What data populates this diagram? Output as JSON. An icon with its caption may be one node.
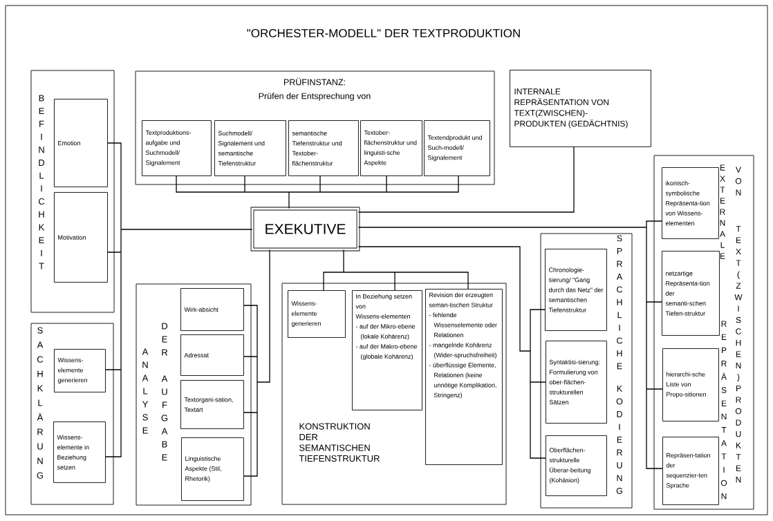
{
  "diagram": {
    "title": "\"ORCHESTER-MODELL\" DER TEXTPRODUKTION",
    "nodes": [
      {
        "text": [
          "BEFINDLICHKEIT"
        ]
      },
      {
        "text": [
          "Emotion"
        ],
        "in": 0
      },
      {
        "text": [
          "Motivation"
        ],
        "in": 0
      },
      {
        "text": [
          "SACHKLÄRUNG"
        ]
      },
      {
        "text": [
          "Wissens-elemente generieren"
        ],
        "in": 3
      },
      {
        "text": [
          "Wissens-elemente in Beziehung setzen"
        ],
        "in": 3
      },
      {
        "text": [
          "PRÜFINSTANZ:",
          "Prüfen der Entsprechung von"
        ]
      },
      {
        "text": [
          "Textproduktions-aufgabe und Suchmodell/ Signalement"
        ],
        "in": 6
      },
      {
        "text": [
          "Suchmodell/ Signalement und semantische Tiefenstruktur"
        ],
        "in": 6
      },
      {
        "text": [
          "semantische Tiefenstruktur und Textober-flächenstruktur"
        ],
        "in": 6
      },
      {
        "text": [
          "Textober-flächenstruktur und linguisti-sche Aspekte"
        ],
        "in": 6
      },
      {
        "text": [
          "Textendprodukt und Such-modell/ Signalement"
        ],
        "in": 6
      },
      {
        "text": [
          "INTERNALE REPRÄSENTATION VON TEXT(ZWISCHEN)-PRODUKTEN (GEDÄCHTNIS)"
        ]
      },
      {
        "text": [
          "EXEKUTIVE"
        ]
      },
      {
        "text": [
          "ANALYSE",
          "DER AUFGABE"
        ]
      },
      {
        "text": [
          "Wirk-absicht"
        ],
        "in": 14
      },
      {
        "text": [
          "Adressat"
        ],
        "in": 14
      },
      {
        "text": [
          "Textorgani-sation, Textart"
        ],
        "in": 14
      },
      {
        "text": [
          "Linguistische Aspekte (Stil, Rhetorik)"
        ],
        "in": 14
      },
      {
        "text": [
          "KONSTRUKTION DER SEMANTISCHEN TIEFENSTRUKTUR"
        ]
      },
      {
        "text": [
          "Wissens-elemente generieren"
        ],
        "in": 19
      },
      {
        "text": [
          "In Beziehung setzen von Wissens-elementen",
          "- auf der Mikro-ebene (lokale Kohärenz)",
          "- auf der Makro-ebene (globale Kohärenz)"
        ],
        "in": 19
      },
      {
        "text": [
          "Revision der erzeugten seman-tischen Struktur",
          "- fehlende Wissenselemente oder Relationen",
          "- mangelnde Kohärenz (Wider-spruchsfreiheit)",
          "- überflüssige Elemente, Relationen (keine unnötige Komplikation, Stringenz)"
        ],
        "in": 19
      },
      {
        "text": [
          "SPRACHLICHE KODIERUNG"
        ]
      },
      {
        "text": [
          "Chronologie-sierung/ \"Gang durch das Netz\" der semantischen Tiefenstruktur"
        ],
        "in": 23
      },
      {
        "text": [
          "Syntaktisi-sierung: Formulierung von ober-flächen-strukturellen Sätzen"
        ],
        "in": 23
      },
      {
        "text": [
          "Oberflächen-strukturelle Überar-beitung (Kohäsion)"
        ],
        "in": 23
      },
      {
        "text": [
          "EXTERNALE",
          "REPRÄSENTATION",
          "VON TEXT(ZWISCHEN)PRODUKTEN"
        ]
      },
      {
        "text": [
          "ikonisch-symbolische Repräsenta-tion von Wissens-elementen"
        ],
        "in": 27
      },
      {
        "text": [
          "netzartige Repräsenta-tion der semanti-schen Tiefen-struktur"
        ],
        "in": 27
      },
      {
        "text": [
          "hierarchi-sche Liste von Propo-sitionen"
        ],
        "in": 27
      },
      {
        "text": [
          "Repräsen-tation der sequenzier-ten Sprache"
        ],
        "in": 27
      }
    ],
    "edges": [
      {
        "from": 1,
        "to": 13,
        "arrow": "none"
      },
      {
        "from": 2,
        "to": 13,
        "arrow": "none"
      },
      {
        "from": 4,
        "to": 13,
        "arrow": "none"
      },
      {
        "from": 5,
        "to": 13,
        "arrow": "none"
      },
      {
        "from": 7,
        "to": 13,
        "arrow": "none"
      },
      {
        "from": 8,
        "to": 13,
        "arrow": "none"
      },
      {
        "from": 9,
        "to": 13,
        "arrow": "none"
      },
      {
        "from": 10,
        "to": 13,
        "arrow": "none"
      },
      {
        "from": 11,
        "to": 13,
        "arrow": "none"
      },
      {
        "from": 13,
        "to": 12,
        "arrow": "none"
      },
      {
        "from": 13,
        "to": 28,
        "arrow": "none"
      },
      {
        "from": 13,
        "to": 29,
        "arrow": "none"
      },
      {
        "from": 13,
        "to": 30,
        "arrow": "none"
      },
      {
        "from": 13,
        "to": 31,
        "arrow": "none"
      },
      {
        "from": 13,
        "to": 24,
        "arrow": "none"
      },
      {
        "from": 13,
        "to": 25,
        "arrow": "none"
      },
      {
        "from": 13,
        "to": 26,
        "arrow": "none"
      },
      {
        "from": 13,
        "to": 15,
        "arrow": "none"
      },
      {
        "from": 13,
        "to": 16,
        "arrow": "none"
      },
      {
        "from": 13,
        "to": 17,
        "arrow": "none"
      },
      {
        "from": 13,
        "to": 18,
        "arrow": "none"
      },
      {
        "from": 13,
        "to": 20,
        "arrow": "none"
      },
      {
        "from": 13,
        "to": 21,
        "arrow": "none"
      },
      {
        "from": 13,
        "to": 22,
        "arrow": "none"
      }
    ]
  }
}
